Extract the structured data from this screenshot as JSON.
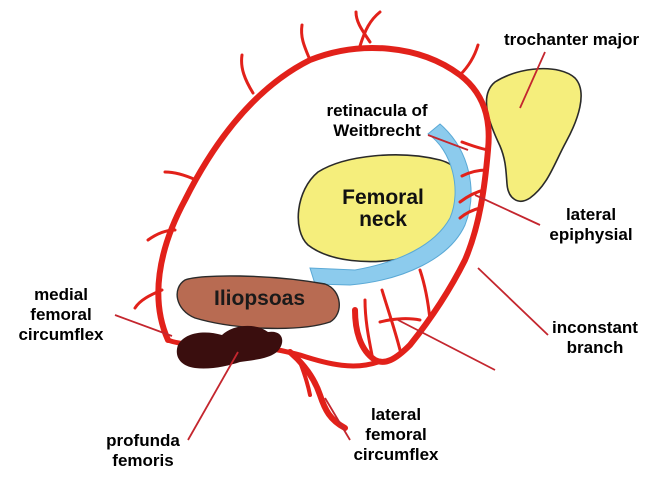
{
  "labels": {
    "trochanter_major": "trochanter major",
    "retinacula_line1": "retinacula of",
    "retinacula_line2": "Weitbrecht",
    "femoral_neck_line1": "Femoral",
    "femoral_neck_line2": "neck",
    "lateral_epiphysial_line1": "lateral",
    "lateral_epiphysial_line2": "epiphysial",
    "iliopsoas": "Iliopsoas",
    "medial_femoral_line1": "medial",
    "medial_femoral_line2": "femoral",
    "medial_femoral_line3": "circumflex",
    "inconstant_branch_line1": "inconstant",
    "inconstant_branch_line2": "branch",
    "profunda_femoris_line1": "profunda",
    "profunda_femoris_line2": "femoris",
    "lateral_femoral_line1": "lateral",
    "lateral_femoral_line2": "femoral",
    "lateral_femoral_line3": "circumflex"
  },
  "colors": {
    "artery": "#e2211a",
    "bone": "#f5ee7c",
    "capsule": "#8ccbed",
    "muscle": "#b86b52",
    "profunda": "#3a0e0e",
    "leader": "#c4262e",
    "outline": "#2a2a2a"
  }
}
